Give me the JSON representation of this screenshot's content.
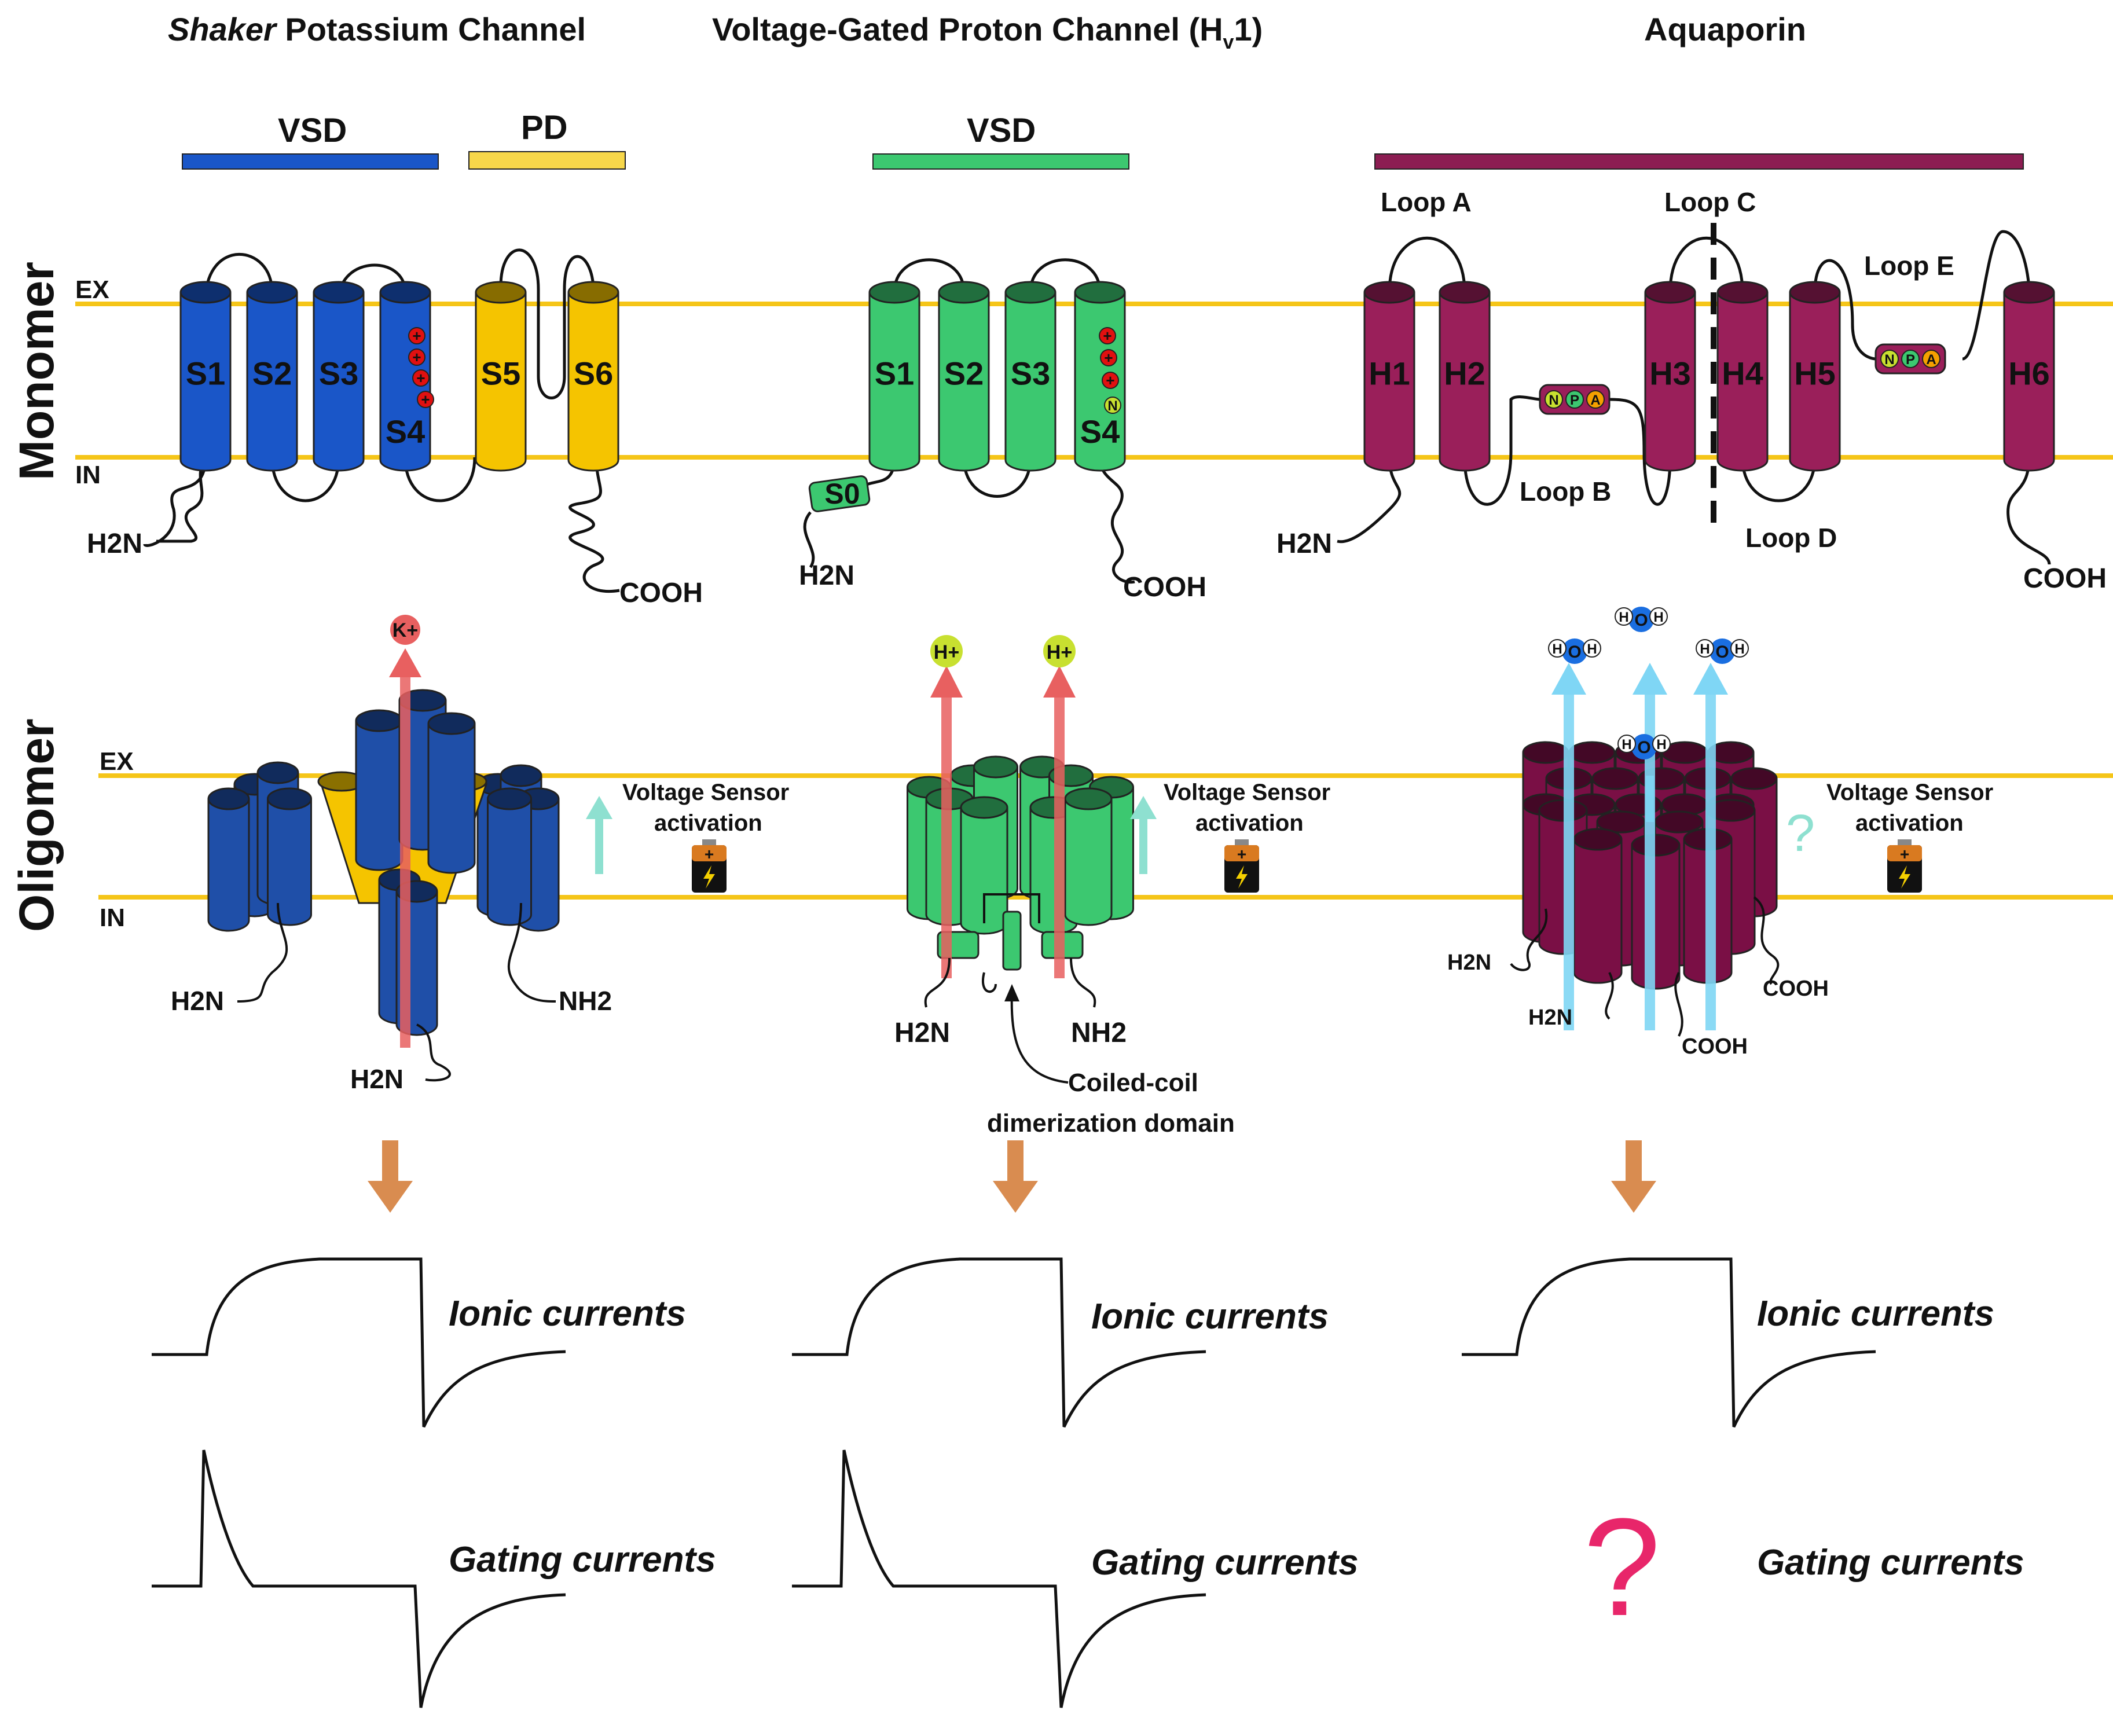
{
  "columns": [
    {
      "title_italic": "Shaker",
      "title_rest": " Potassium Channel"
    },
    {
      "title": "Voltage-Gated Proton Channel (H",
      "title_sub": "v",
      "title_end": "1)"
    },
    {
      "title": "Aquaporin"
    }
  ],
  "row_labels": {
    "monomer": "Monomer",
    "oligomer": "Oligomer"
  },
  "membrane": {
    "ex": "EX",
    "in": "IN"
  },
  "domains": {
    "vsd": "VSD",
    "pd": "PD"
  },
  "shaker": {
    "helices": [
      "S1",
      "S2",
      "S3",
      "S4",
      "S5",
      "S6"
    ],
    "n_term": "H2N",
    "c_term": "COOH",
    "ion": "K+",
    "oligo_n": "H2N",
    "oligo_n2": "NH2",
    "oligo_n3": "H2N"
  },
  "hv1": {
    "helices": [
      "S0",
      "S1",
      "S2",
      "S3",
      "S4"
    ],
    "n_term": "H2N",
    "c_term": "COOH",
    "ion": "H+",
    "oligo_n": "H2N",
    "oligo_n2": "NH2",
    "coiled_coil": [
      "Coiled-coil",
      "dimerization domain"
    ]
  },
  "aqp": {
    "helices": [
      "H1",
      "H2",
      "H3",
      "H4",
      "H5",
      "H6"
    ],
    "loops": [
      "Loop A",
      "Loop B",
      "Loop C",
      "Loop D",
      "Loop E"
    ],
    "npa": [
      "N",
      "P",
      "A"
    ],
    "n_term": "H2N",
    "c_term": "COOH",
    "oligo_terms": [
      "H2N",
      "H2N",
      "COOH",
      "COOH"
    ],
    "water": [
      "H",
      "O",
      "H"
    ]
  },
  "voltage_sensor": [
    "Voltage Sensor",
    "activation"
  ],
  "currents": {
    "ionic": "Ionic currents",
    "gating": "Gating currents",
    "unknown": "?"
  },
  "colors": {
    "shaker_blue": "#1a56c8",
    "pd_yellow": "#f5c400",
    "hv1_green": "#3cc870",
    "aqp_maroon": "#9a1f5a",
    "membrane": "#f5c518",
    "arrow_orange": "#d98c50",
    "question_pink": "#e8266a",
    "sensor_teal": "#8ee0d0",
    "ion_red": "#e86060",
    "water_blue": "#7fd6f5"
  }
}
